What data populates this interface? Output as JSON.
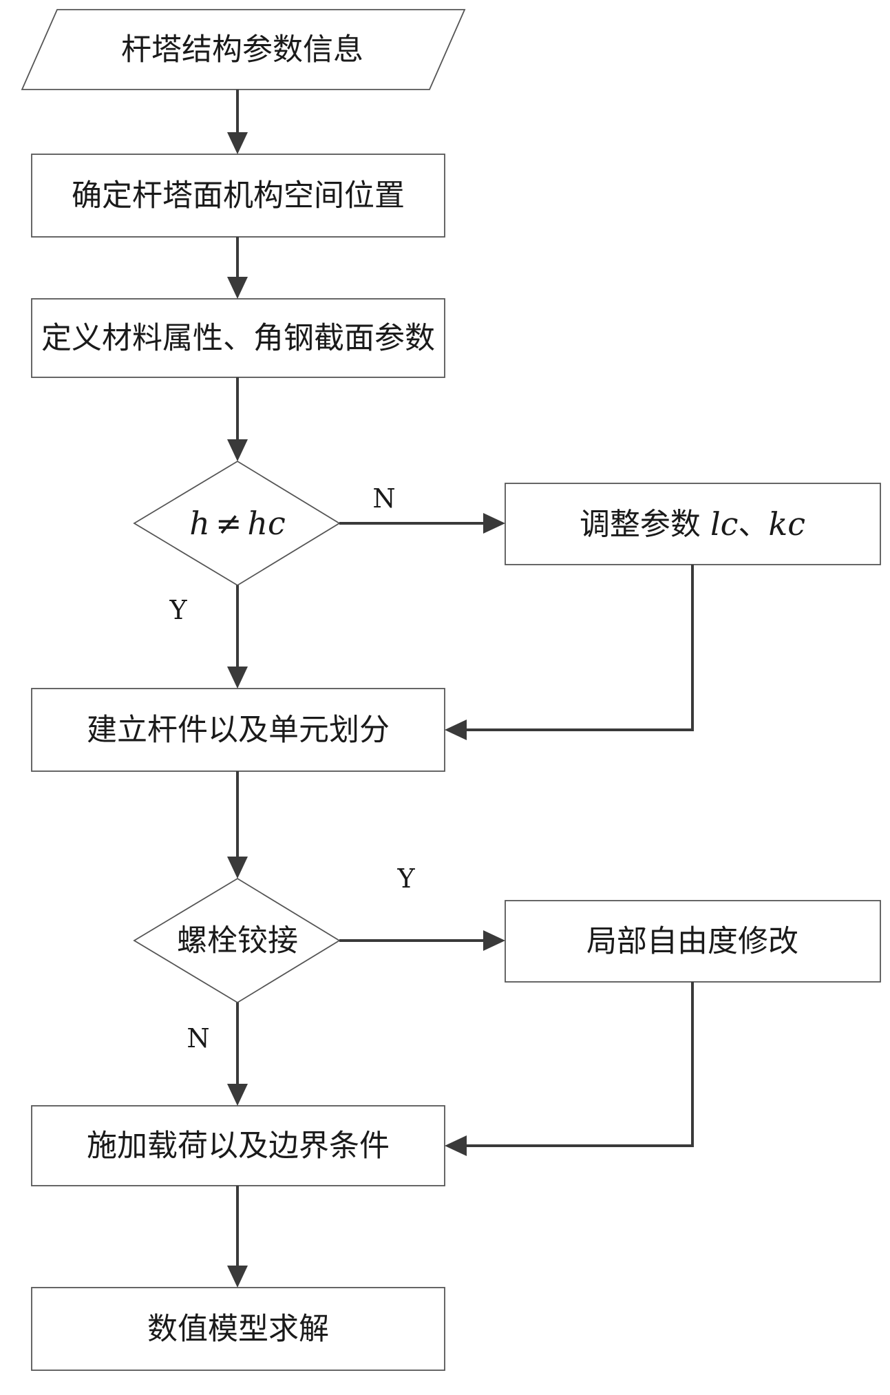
{
  "nodes": {
    "input": {
      "label": "杆塔结构参数信息"
    },
    "determine_position": {
      "label": "确定杆塔面机构空间位置"
    },
    "define_material": {
      "label": "定义材料属性、角钢截面参数"
    },
    "height_check": {
      "left": "h",
      "operator": "≠",
      "right": "hc"
    },
    "adjust_params": {
      "prefix": "调整参数 ",
      "lc": "lc",
      "separator": "、",
      "kc": "kc"
    },
    "build_members": {
      "label": "建立杆件以及单元划分"
    },
    "bolt_hinge": {
      "label": "螺栓铰接"
    },
    "local_dof": {
      "label": "局部自由度修改"
    },
    "apply_loads": {
      "label": "施加载荷以及边界条件"
    },
    "solve": {
      "label": "数值模型求解"
    }
  },
  "edge_labels": {
    "height_no": "N",
    "height_yes": "Y",
    "bolt_yes": "Y",
    "bolt_no": "N"
  }
}
